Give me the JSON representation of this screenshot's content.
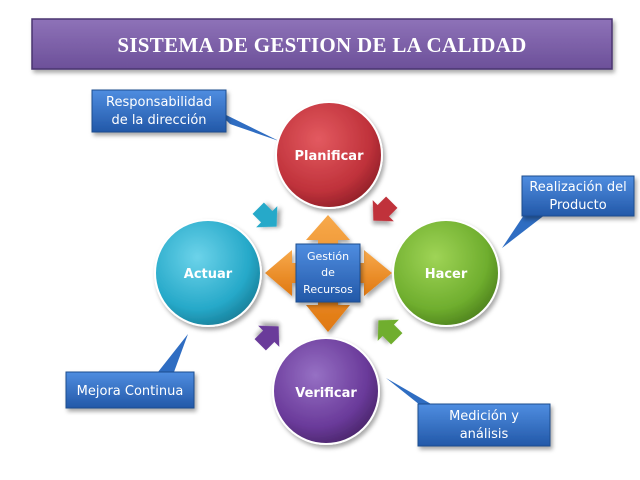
{
  "title": "SISTEMA DE GESTION DE LA CALIDAD",
  "cycle": {
    "planificar": "Planificar",
    "hacer": "Hacer",
    "verificar": "Verificar",
    "actuar": "Actuar"
  },
  "center": {
    "lines": [
      "Gestión",
      "de",
      "Recursos"
    ]
  },
  "callouts": {
    "responsabilidad": [
      "Responsabilidad",
      "de la dirección"
    ],
    "realizacion": [
      "Realización del",
      "Producto"
    ],
    "mejora": [
      "Mejora Continua"
    ],
    "medicion": [
      "Medición y",
      "análisis"
    ]
  },
  "colors": {
    "title_bg": "#7b5ea7",
    "planificar": "#c0323b",
    "hacer": "#6fae2e",
    "verificar": "#6a3a9a",
    "actuar": "#26a9c9",
    "callout": "#2f6dc2",
    "center": "#2f6dc2",
    "orange_arrow": "#f08a1c",
    "arrow_red": "#c0323b",
    "arrow_green": "#6fae2e",
    "arrow_purple": "#6a3a9a",
    "arrow_cyan": "#26a9c9"
  }
}
